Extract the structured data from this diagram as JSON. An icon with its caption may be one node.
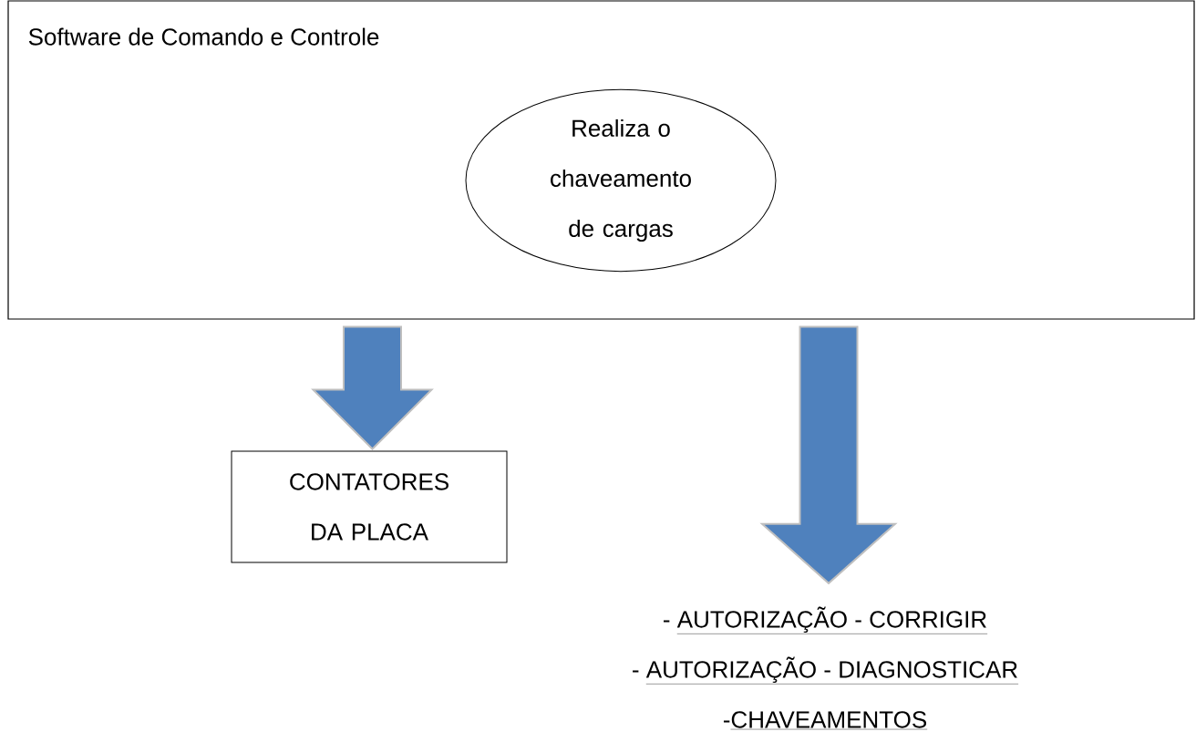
{
  "diagram": {
    "nodes": [
      {
        "text": [
          "Software de Comando e Controle"
        ]
      },
      {
        "text": [
          "Realiza o chaveamento de cargas"
        ],
        "in": 0
      },
      {
        "text": [
          "CONTATORES DA PLACA"
        ]
      },
      {
        "text": [
          "-",
          "AUTORIZAÇÃO - CORRIGIR",
          "-",
          "AUTORIZAÇÃO - DIAGNOSTICAR",
          "-",
          "CHAVEAMENTOS"
        ]
      }
    ],
    "edges": [
      {
        "from": 0,
        "to": 2,
        "arrow": "to",
        "style": "thick"
      },
      {
        "from": 0,
        "to": 3,
        "arrow": "to",
        "style": "thick"
      }
    ]
  }
}
